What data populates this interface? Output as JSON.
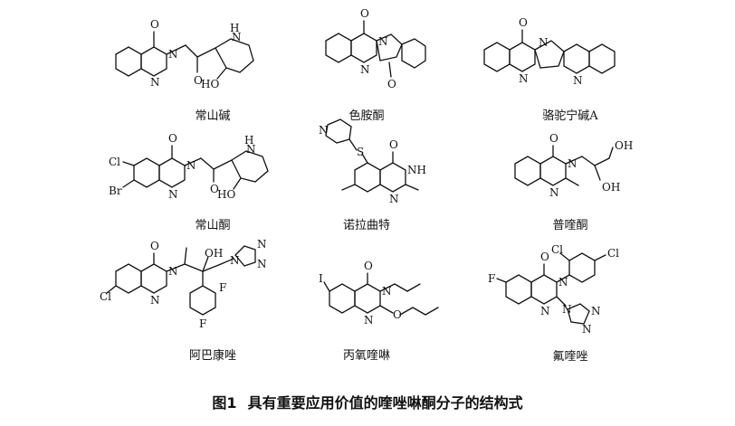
{
  "figure": {
    "caption_number": "图1",
    "caption_text": "具有重要应用价值的喹唑啉酮分子的结构式"
  },
  "molecules": [
    {
      "name": "常山碱"
    },
    {
      "name": "色胺酮"
    },
    {
      "name": "骆驼宁碱A"
    },
    {
      "name": "常山酮"
    },
    {
      "name": "诺拉曲特"
    },
    {
      "name": "普喹酮"
    },
    {
      "name": "阿巴康唑"
    },
    {
      "name": "丙氧喹啉"
    },
    {
      "name": "氟喹唑"
    }
  ],
  "atom_labels": {
    "O": "O",
    "N": "N",
    "H": "H",
    "NH": "NH",
    "HO": "HO",
    "OH": "OH",
    "Cl": "Cl",
    "Br": "Br",
    "F": "F",
    "I": "I",
    "S": "S"
  }
}
